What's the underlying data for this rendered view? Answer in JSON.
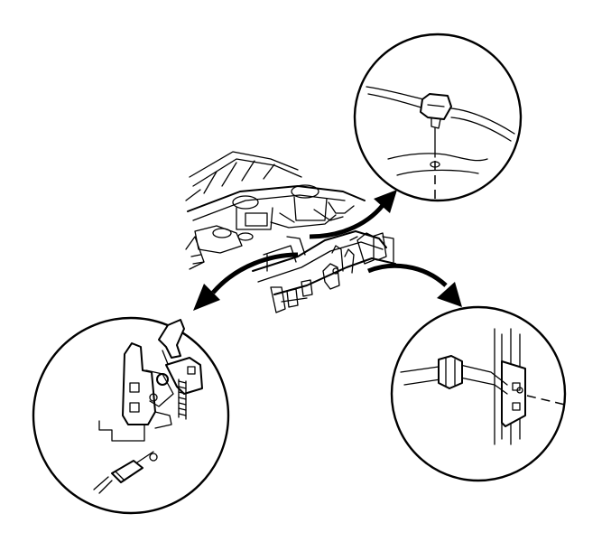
{
  "diagram": {
    "type": "technical-illustration",
    "colors": {
      "line": "#000000",
      "background": "#ffffff"
    },
    "views": [
      {
        "id": "overview",
        "depicts": "engine-compartment-front-end"
      },
      {
        "id": "detail-upper-right",
        "depicts": "cable-clip-on-panel"
      },
      {
        "id": "detail-lower-left",
        "depicts": "hood-latch-assembly"
      },
      {
        "id": "detail-lower-right",
        "depicts": "cable-clip-on-support"
      }
    ],
    "arrows": [
      {
        "from": "overview",
        "to": "detail-upper-right"
      },
      {
        "from": "overview",
        "to": "detail-lower-left"
      },
      {
        "from": "overview",
        "to": "detail-lower-right"
      }
    ]
  }
}
